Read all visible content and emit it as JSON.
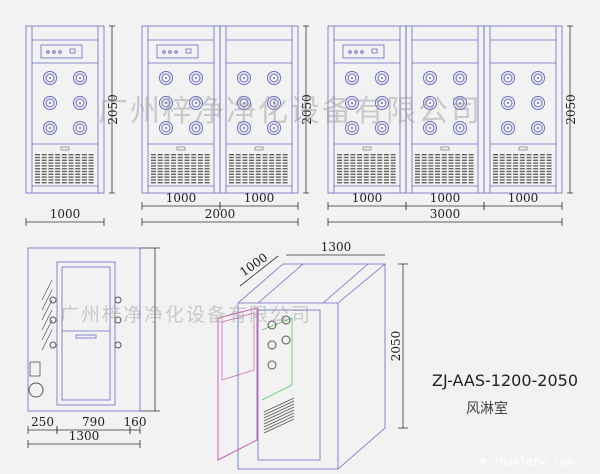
{
  "watermark": "广州梓净净化设备有限公司",
  "front_views": [
    {
      "units": 1,
      "unit_label": "1000",
      "total_label": null,
      "height_label": "2050"
    },
    {
      "units": 2,
      "unit_label": "1000",
      "total_label": "2000",
      "height_label": "2050"
    },
    {
      "units": 3,
      "unit_label": "1000",
      "total_label": "3000",
      "height_label": "2050"
    }
  ],
  "side_view": {
    "dims": [
      "250",
      "790",
      "160"
    ],
    "total": "1300"
  },
  "iso_view": {
    "depth": "1000",
    "width": "1300",
    "height": "2050"
  },
  "model": "ZJ-AAS-1200-2050",
  "product_name": "风淋室",
  "site": "m.zhanlerw.com",
  "colors": {
    "frame": "#6a6ac8",
    "door": "#d060b0",
    "nozzle_green": "#60c060"
  }
}
